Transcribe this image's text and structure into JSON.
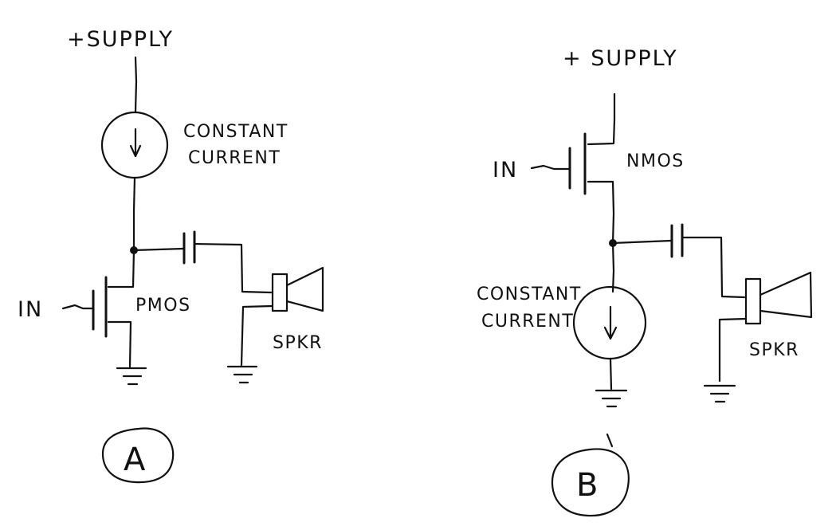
{
  "circuit_a": {
    "supply_label": "+SUPPLY",
    "source_label_line1": "CONSTANT",
    "source_label_line2": "CURRENT",
    "transistor_label": "PMOS",
    "input_label": "IN",
    "speaker_label": "SPKR",
    "circuit_label": "A"
  },
  "circuit_b": {
    "supply_label": "+ SUPPLY",
    "transistor_label": "NMOS",
    "input_label": "IN",
    "source_label_line1": "CONSTANT",
    "source_label_line2": "CURRENT",
    "speaker_label": "SPKR",
    "circuit_label": "B"
  },
  "style": {
    "ink_color": "#111111",
    "paper_color": "#ffffff"
  }
}
